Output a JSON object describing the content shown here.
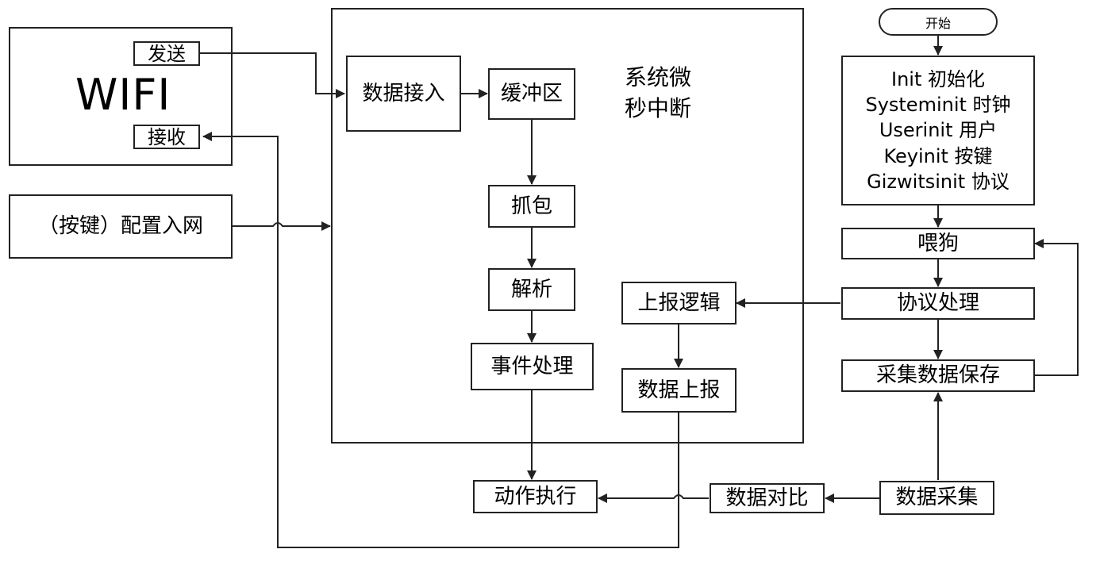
{
  "wifi": {
    "title": "WIFI",
    "send": "发送",
    "receive": "接收"
  },
  "config": {
    "label": "（按键）配置入网"
  },
  "isr": {
    "title_line1": "系统微",
    "title_line2": "秒中断",
    "data_in": "数据接入",
    "buffer": "缓冲区",
    "capture": "抓包",
    "parse": "解析",
    "event": "事件处理",
    "report_logic": "上报逻辑",
    "data_report": "数据上报"
  },
  "flow": {
    "start": "开始",
    "init": [
      "Init 初始化",
      "Systeminit 时钟",
      "Userinit 用户",
      "Keyinit 按键",
      "Gizwitsinit 协议"
    ],
    "watchdog": "喂狗",
    "protocol": "协议处理",
    "save": "采集数据保存",
    "collect": "数据采集",
    "compare": "数据对比"
  },
  "action": "动作执行"
}
